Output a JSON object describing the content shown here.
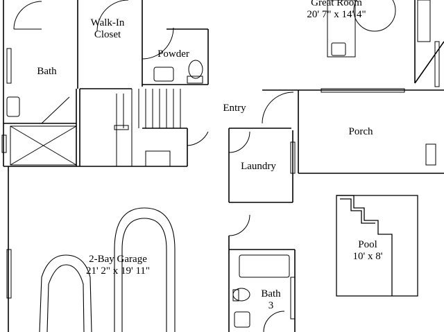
{
  "rooms": {
    "great_room": {
      "name": "Great Room",
      "dims": "20' 7\" x 14' 4\""
    },
    "walk_in_closet": {
      "line1": "Walk-In",
      "line2": "Closet"
    },
    "powder": {
      "name": "Powder"
    },
    "bath": {
      "name": "Bath"
    },
    "entry": {
      "name": "Entry"
    },
    "porch": {
      "name": "Porch"
    },
    "laundry": {
      "name": "Laundry"
    },
    "pool": {
      "name": "Pool",
      "dims": "10' x 8'"
    },
    "garage": {
      "name": "2-Bay Garage",
      "dims": "21' 2\" x 19' 11\""
    },
    "bath3": {
      "line1": "Bath",
      "line2": "3"
    }
  }
}
